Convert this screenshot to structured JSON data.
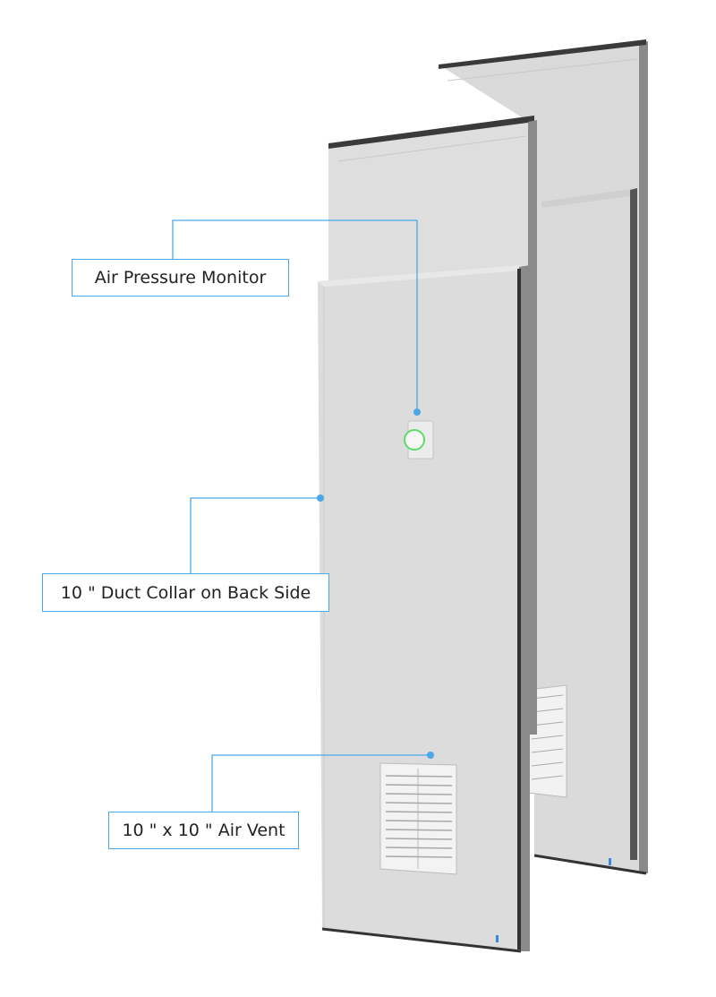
{
  "callouts": {
    "monitor": "Air Pressure Monitor",
    "duct": "10 \" Duct Collar on Back Side",
    "vent": "10 \" x 10 \" Air Vent"
  },
  "colors": {
    "callout": "#4aa8e8",
    "panel": "#dcdcdc",
    "frame": "#3a3a3a",
    "monitor_ring": "#5ddc6a"
  }
}
